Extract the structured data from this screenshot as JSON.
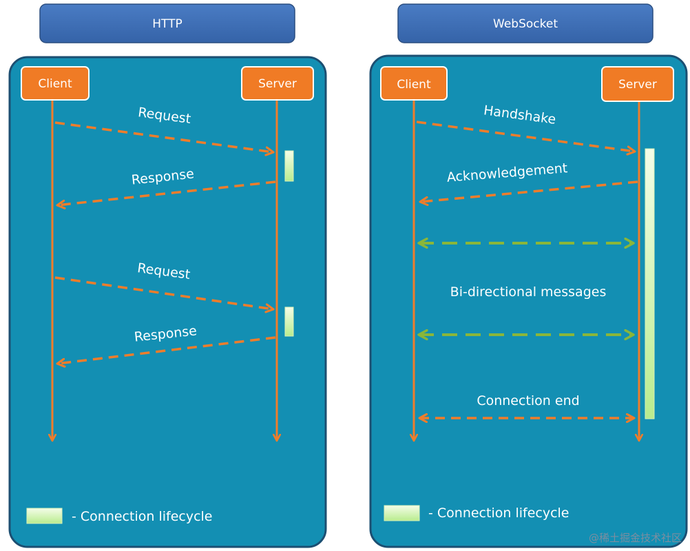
{
  "colors": {
    "title_fill": "#3f6db2",
    "panel_fill": "#138fb3",
    "panel_border": "#1c4f72",
    "actor_fill": "#f07b25",
    "arrow_orange": "#ef7d2b",
    "arrow_green": "#8ab63a",
    "lifecycle_fill": "#e6f8c9"
  },
  "http": {
    "title": "HTTP",
    "client": "Client",
    "server": "Server",
    "request_1": "Request",
    "response_1": "Response",
    "request_2": "Request",
    "response_2": "Response",
    "legend": "- Connection lifecycle"
  },
  "websocket": {
    "title": "WebSocket",
    "client": "Client",
    "server": "Server",
    "handshake": "Handshake",
    "acknowledgement": "Acknowledgement",
    "bidirectional": "Bi-directional messages",
    "connection_end": "Connection end",
    "legend": "- Connection lifecycle"
  },
  "watermark": "@稀土掘金技术社区"
}
